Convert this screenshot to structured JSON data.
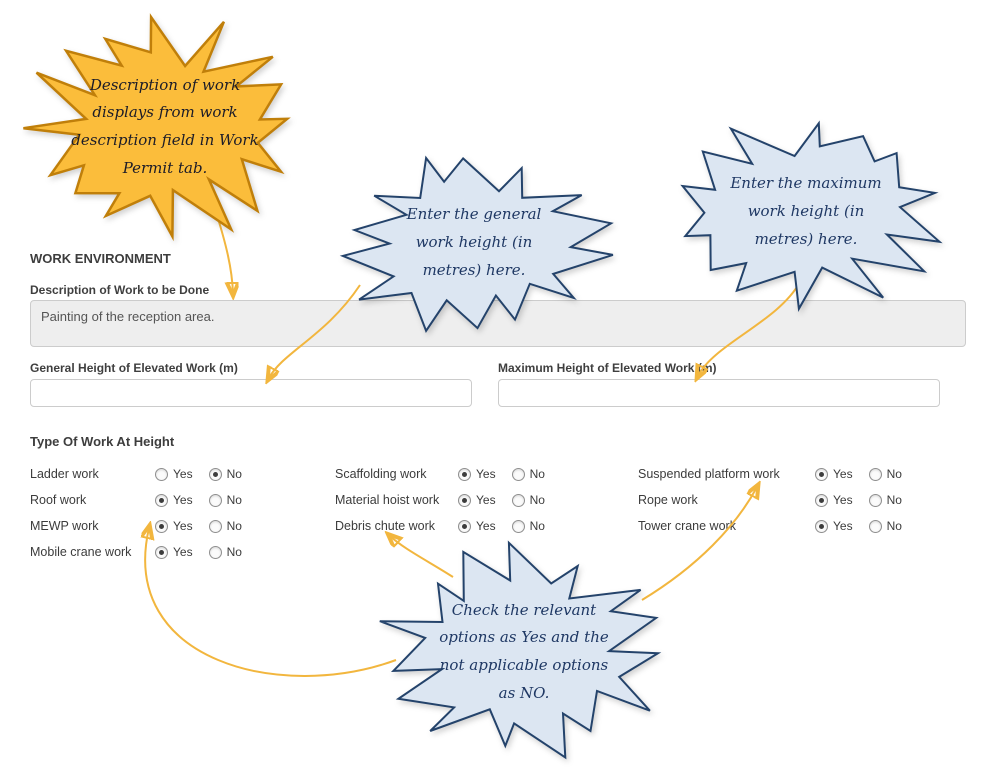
{
  "callouts": {
    "description_note": "Description of work displays from work description field in Work Permit tab.",
    "general_note": "Enter the general work height (in metres) here.",
    "maximum_note": "Enter the maximum work height (in metres) here.",
    "options_note": "Check the relevant options as Yes and the not applicable options as NO."
  },
  "form": {
    "section_title": "WORK ENVIRONMENT",
    "description": {
      "label": "Description of Work to be Done",
      "value": "Painting of the reception area."
    },
    "general_height": {
      "label": "General Height of Elevated Work (m)",
      "value": ""
    },
    "maximum_height": {
      "label": "Maximum Height of Elevated Work (m)",
      "value": ""
    },
    "type_of_work_title": "Type Of Work At Height",
    "yes_label": "Yes",
    "no_label": "No",
    "work_types": [
      {
        "label": "Ladder work",
        "value": "No"
      },
      {
        "label": "Roof work",
        "value": "Yes"
      },
      {
        "label": "MEWP work",
        "value": "Yes"
      },
      {
        "label": "Mobile crane work",
        "value": "Yes"
      },
      {
        "label": "Scaffolding work",
        "value": "Yes"
      },
      {
        "label": "Material hoist work",
        "value": "Yes"
      },
      {
        "label": "Debris chute work",
        "value": "Yes"
      },
      {
        "label": "Suspended platform work",
        "value": "Yes"
      },
      {
        "label": "Rope work",
        "value": "Yes"
      },
      {
        "label": "Tower crane work",
        "value": "Yes"
      }
    ],
    "columns": [
      [
        0,
        1,
        2,
        3
      ],
      [
        4,
        5,
        6
      ],
      [
        7,
        8,
        9
      ]
    ]
  },
  "colors": {
    "star_orange_fill": "#FBBD3B",
    "star_orange_stroke": "#C07F0A",
    "star_blue_fill": "#DCE6F2",
    "star_blue_stroke": "#24436B",
    "arrow": "#F2B63E"
  }
}
